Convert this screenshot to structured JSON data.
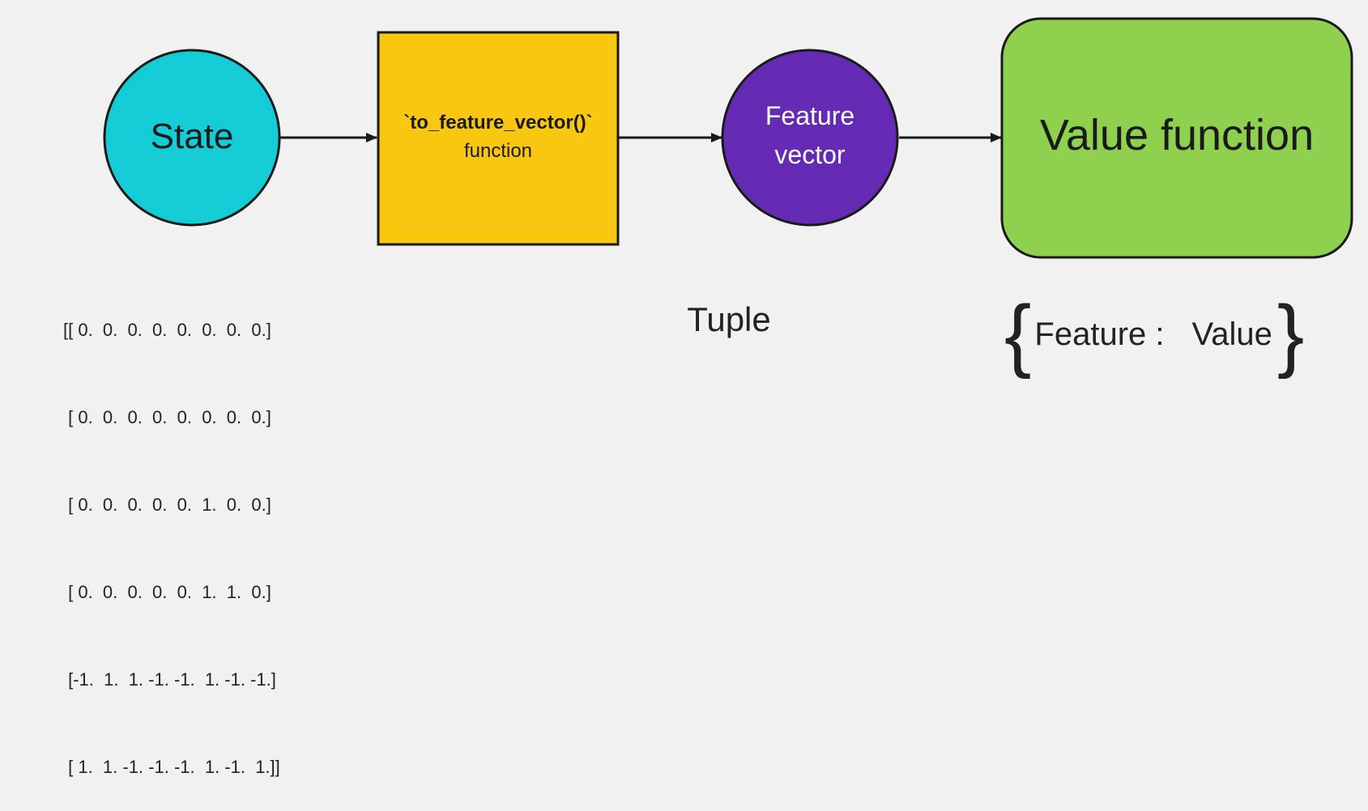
{
  "nodes": {
    "state": {
      "label": "State",
      "color": "#13ccd5"
    },
    "transform": {
      "line1": "`to_feature_vector()`",
      "line2": "function",
      "color": "#f9c710"
    },
    "feature_vector": {
      "line1": "Feature",
      "line2": "vector",
      "color": "#642ab3"
    },
    "value_function": {
      "label": "Value function",
      "color": "#8fd14f"
    }
  },
  "state_matrix": {
    "rows": [
      "[[ 0.  0.  0.  0.  0.  0.  0.  0.]",
      " [ 0.  0.  0.  0.  0.  0.  0.  0.]",
      " [ 0.  0.  0.  0.  0.  1.  0.  0.]",
      " [ 0.  0.  0.  0.  0.  1.  1.  0.]",
      " [-1.  1.  1. -1. -1.  1. -1. -1.]",
      " [ 1.  1. -1. -1. -1.  1. -1.  1.]]"
    ]
  },
  "feature_vector_type": "Tuple",
  "value_function_type": {
    "open_brace": "{",
    "key": "Feature :",
    "value": "Value",
    "close_brace": "}"
  },
  "colors": {
    "background": "#f1f1f1",
    "stroke": "#1a1a1a",
    "text_dark": "#1a1a1a",
    "text_light": "#ffffff"
  }
}
